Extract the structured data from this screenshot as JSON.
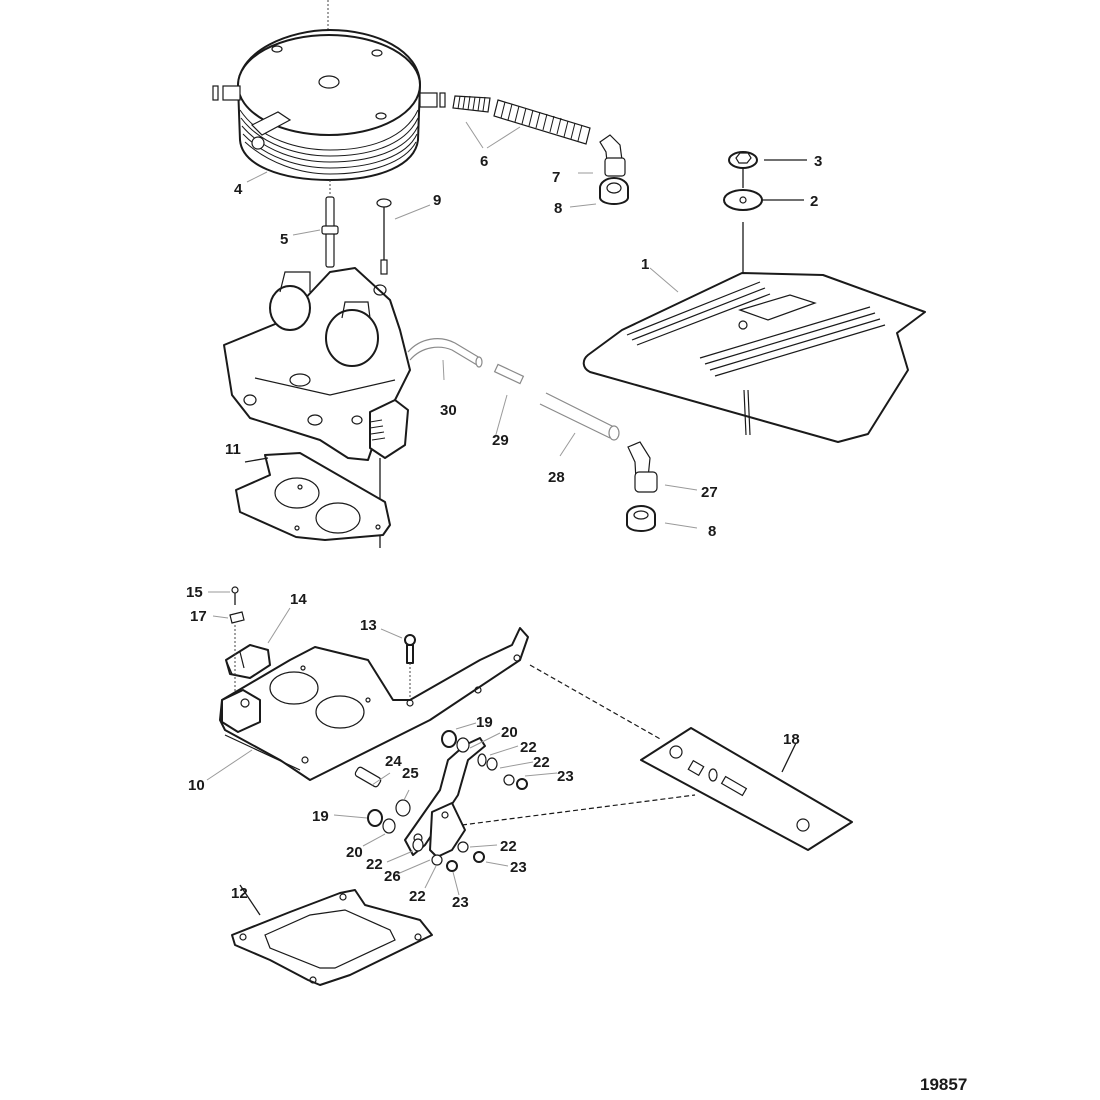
{
  "figure": {
    "type": "exploded-parts-diagram",
    "figure_number": "19857"
  },
  "callouts": [
    {
      "id": "c1",
      "label": "1",
      "part": "flame-arrestor-cover"
    },
    {
      "id": "c2",
      "label": "2",
      "part": "washer"
    },
    {
      "id": "c3",
      "label": "3",
      "part": "nut"
    },
    {
      "id": "c4",
      "label": "4",
      "part": "flame-arrestor"
    },
    {
      "id": "c5",
      "label": "5",
      "part": "stud"
    },
    {
      "id": "c6",
      "label": "6",
      "part": "vent-hose"
    },
    {
      "id": "c7",
      "label": "7",
      "part": "elbow-fitting"
    },
    {
      "id": "c8a",
      "label": "8",
      "part": "grommet"
    },
    {
      "id": "c9",
      "label": "9",
      "part": "bolt"
    },
    {
      "id": "c10",
      "label": "10",
      "part": "throttle-body-adapter"
    },
    {
      "id": "c11",
      "label": "11",
      "part": "gasket-upper"
    },
    {
      "id": "c12",
      "label": "12",
      "part": "gasket-lower"
    },
    {
      "id": "c13",
      "label": "13",
      "part": "screw"
    },
    {
      "id": "c14",
      "label": "14",
      "part": "map-sensor"
    },
    {
      "id": "c15",
      "label": "15",
      "part": "screw-small"
    },
    {
      "id": "c17",
      "label": "17",
      "part": "clip"
    },
    {
      "id": "c18",
      "label": "18",
      "part": "hardware-kit-panel"
    },
    {
      "id": "c19a",
      "label": "19",
      "part": "nut-upper"
    },
    {
      "id": "c20a",
      "label": "20",
      "part": "washer-upper"
    },
    {
      "id": "c22a",
      "label": "22",
      "part": "bushing"
    },
    {
      "id": "c22b",
      "label": "22",
      "part": "bushing"
    },
    {
      "id": "c23a",
      "label": "23",
      "part": "nut"
    },
    {
      "id": "c24",
      "label": "24",
      "part": "ball-stud"
    },
    {
      "id": "c25",
      "label": "25",
      "part": "spacer"
    },
    {
      "id": "c19b",
      "label": "19",
      "part": "nut-lower"
    },
    {
      "id": "c20b",
      "label": "20",
      "part": "washer-lower"
    },
    {
      "id": "c22c",
      "label": "22",
      "part": "bushing"
    },
    {
      "id": "c26",
      "label": "26",
      "part": "throttle-bracket"
    },
    {
      "id": "c22d",
      "label": "22",
      "part": "bushing"
    },
    {
      "id": "c23b",
      "label": "23",
      "part": "nut"
    },
    {
      "id": "c22e",
      "label": "22",
      "part": "bushing"
    },
    {
      "id": "c23c",
      "label": "23",
      "part": "nut"
    },
    {
      "id": "c27",
      "label": "27",
      "part": "elbow-fitting"
    },
    {
      "id": "c8b",
      "label": "8",
      "part": "grommet"
    },
    {
      "id": "c28",
      "label": "28",
      "part": "hose"
    },
    {
      "id": "c29",
      "label": "29",
      "part": "connector"
    },
    {
      "id": "c30",
      "label": "30",
      "part": "hose-bent"
    },
    {
      "id": "c14n",
      "label": "",
      "part": ""
    }
  ]
}
